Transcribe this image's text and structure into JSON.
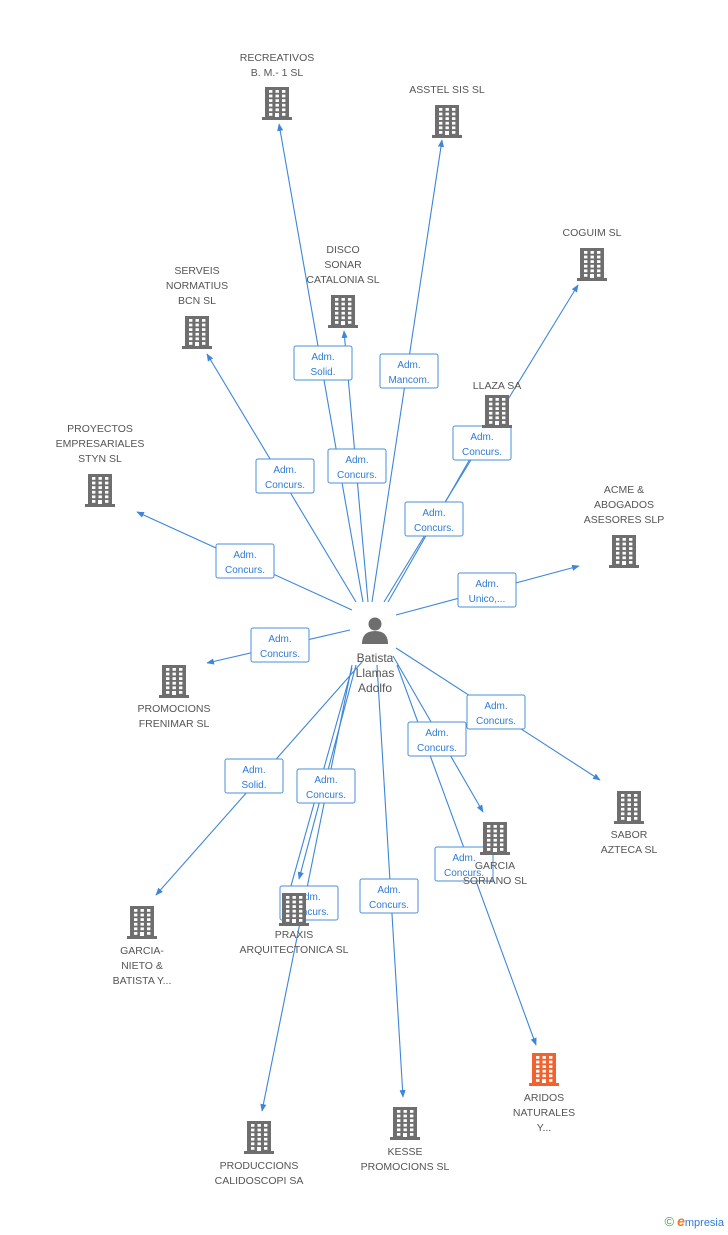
{
  "colors": {
    "building": "#6e6e6e",
    "highlight": "#f0622f",
    "edge": "#3d86d8",
    "person": "#6e6e6e"
  },
  "center": {
    "label": [
      "Batista",
      "Llamas",
      "Adolfo"
    ],
    "icon": "person-icon"
  },
  "companies": [
    {
      "id": "recreativos",
      "label": [
        "RECREATIVOS",
        "B. M.- 1 SL"
      ],
      "icon": "building-icon"
    },
    {
      "id": "asstel",
      "label": [
        "ASSTEL SIS SL"
      ],
      "icon": "building-icon"
    },
    {
      "id": "coguim",
      "label": [
        "COGUIM  SL"
      ],
      "icon": "building-icon"
    },
    {
      "id": "disco",
      "label": [
        "DISCO",
        "SONAR",
        "CATALONIA SL"
      ],
      "icon": "building-icon"
    },
    {
      "id": "serveis",
      "label": [
        "SERVEIS",
        "NORMATIUS",
        "BCN SL"
      ],
      "icon": "building-icon"
    },
    {
      "id": "llaza",
      "label": [
        "LLAZA SA"
      ],
      "icon": "building-icon"
    },
    {
      "id": "proyectos",
      "label": [
        "PROYECTOS",
        "EMPRESARIALES",
        "STYN SL"
      ],
      "icon": "building-icon"
    },
    {
      "id": "acme",
      "label": [
        "ACME &",
        "ABOGADOS",
        "ASESORES  SLP"
      ],
      "icon": "building-icon"
    },
    {
      "id": "promocions",
      "label": [
        "PROMOCIONS",
        "FRENIMAR SL"
      ],
      "icon": "building-icon"
    },
    {
      "id": "sabor",
      "label": [
        "SABOR",
        "AZTECA SL"
      ],
      "icon": "building-icon"
    },
    {
      "id": "garcia_soriano",
      "label": [
        "GARCIA",
        "SORIANO SL"
      ],
      "icon": "building-icon"
    },
    {
      "id": "garcia_nieto",
      "label": [
        "GARCIA-",
        "NIETO &",
        "BATISTA Y..."
      ],
      "icon": "building-icon"
    },
    {
      "id": "praxis",
      "label": [
        "PRAXIS",
        "ARQUITECTONICA SL"
      ],
      "icon": "building-icon"
    },
    {
      "id": "aridos",
      "label": [
        "ARIDOS",
        "NATURALES",
        "Y..."
      ],
      "icon": "building-icon",
      "highlight": true
    },
    {
      "id": "kesse",
      "label": [
        "KESSE",
        "PROMOCIONS SL"
      ],
      "icon": "building-icon"
    },
    {
      "id": "produccions",
      "label": [
        "PRODUCCIONS",
        "CALIDOSCOPI SA"
      ],
      "icon": "building-icon"
    }
  ],
  "edges": [
    {
      "to": "recreativos",
      "label": [
        "Adm.",
        "Solid."
      ]
    },
    {
      "to": "asstel",
      "label": [
        "Adm.",
        "Mancom."
      ]
    },
    {
      "to": "coguim",
      "label": [
        "Adm.",
        "Concurs."
      ]
    },
    {
      "to": "disco",
      "label": [
        "Adm.",
        "Concurs."
      ]
    },
    {
      "to": "serveis",
      "label": [
        "Adm.",
        "Concurs."
      ]
    },
    {
      "to": "llaza",
      "label": [
        "Adm.",
        "Concurs."
      ]
    },
    {
      "to": "proyectos",
      "label": [
        "Adm.",
        "Concurs."
      ]
    },
    {
      "to": "acme",
      "label": [
        "Adm.",
        "Unico,..."
      ]
    },
    {
      "to": "promocions",
      "label": [
        "Adm.",
        "Concurs."
      ]
    },
    {
      "to": "sabor",
      "label": [
        "Adm.",
        "Concurs."
      ]
    },
    {
      "to": "garcia_soriano",
      "label": [
        "Adm.",
        "Concurs."
      ]
    },
    {
      "to": "garcia_nieto",
      "label": [
        "Adm.",
        "Solid."
      ]
    },
    {
      "to": "praxis",
      "label": [
        "Adm.",
        "Concurs."
      ]
    },
    {
      "to": "aridos",
      "label": [
        "Adm.",
        "Concurs."
      ]
    },
    {
      "to": "kesse",
      "label": [
        "Adm.",
        "Concurs."
      ]
    },
    {
      "to": "produccions",
      "label": [
        "Adm.",
        "Concurs."
      ]
    }
  ],
  "footer": {
    "copyright": "©",
    "brand_initial": "e",
    "brand_rest": "mpresia"
  }
}
